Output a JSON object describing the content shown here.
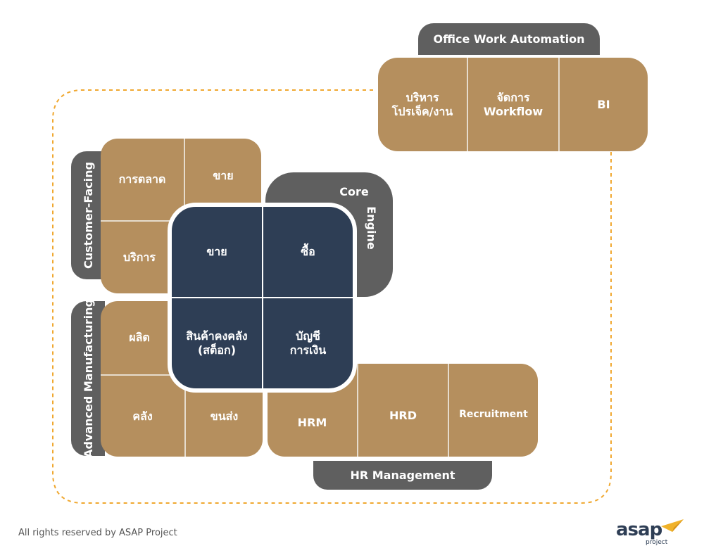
{
  "office": {
    "title": "Office Work Automation",
    "cells": [
      "บริหาร\nโปรเจ็ค/งาน",
      "จัดการ\nWorkflow",
      "BI"
    ]
  },
  "customer": {
    "title": "Customer-Facing",
    "cells": [
      "การตลาด",
      "ขาย",
      "บริการ"
    ]
  },
  "core": {
    "title_line1": "Core",
    "title_line2": "Engine",
    "cells": [
      "ขาย",
      "ซื้อ",
      "สินค้าคงคลัง\n(สต็อก)",
      "บัญชี\nการเงิน"
    ]
  },
  "manufacturing": {
    "title": "Advanced Manufacturing",
    "cells": [
      "ผลิต",
      "คลัง",
      "ขนส่ง"
    ]
  },
  "hr": {
    "title": "HR Management",
    "cells": [
      "HRM",
      "HRD",
      "Recruitment"
    ]
  },
  "footer": {
    "copyright": "All rights reserved by ASAP Project"
  },
  "logo": {
    "brand": "asap",
    "sub": "project"
  },
  "colors": {
    "tan": "#b58f5e",
    "navy": "#2e3e55",
    "gray": "#5f5f5f",
    "dashed": "#f0a830"
  }
}
